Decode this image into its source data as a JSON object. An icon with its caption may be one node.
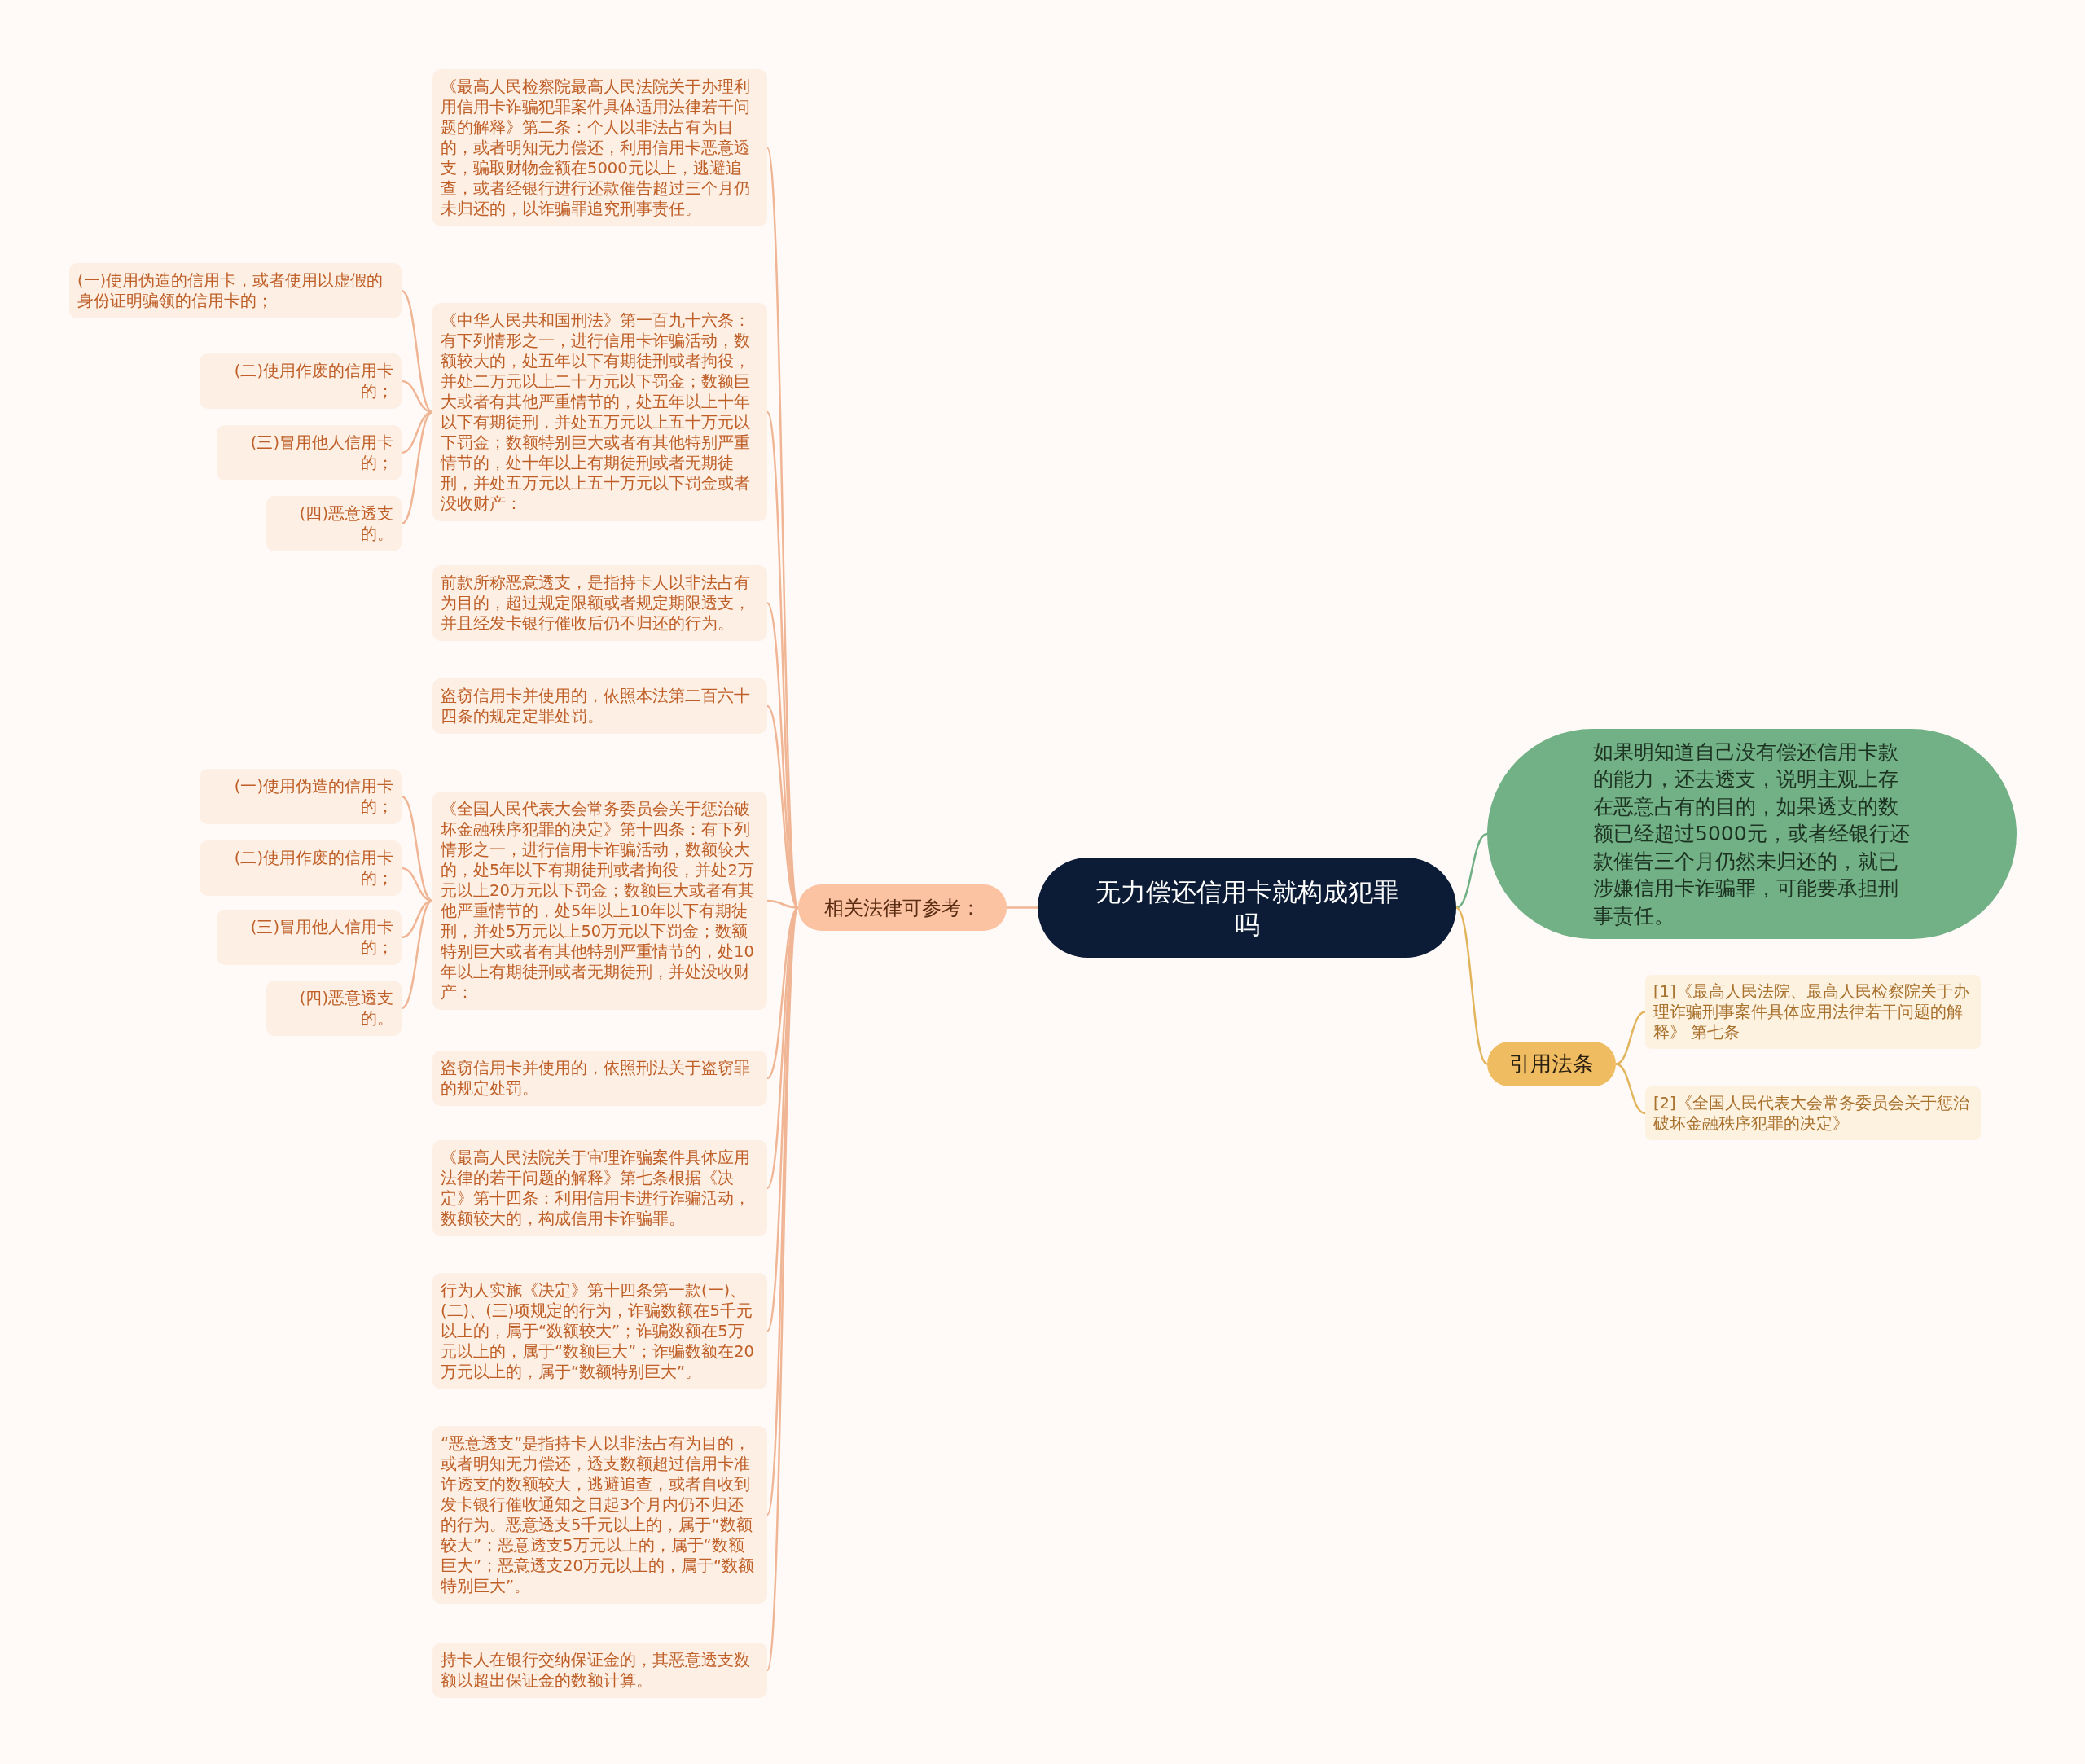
{
  "diagram": {
    "nodes": [
      {
        "text": [
          "无力偿还信用卡就构成犯罪吗"
        ]
      },
      {
        "text": [
          "如果明知道自己没有偿还信用卡款的能力，还去透支，说明主观上存在恶意占有的目的，如果透支的数额已经超过5000元，或者经银行还款催告三个月仍然未归还的，就已涉嫌信用卡诈骗罪，可能要承担刑事责任。"
        ]
      },
      {
        "text": [
          "引用法条"
        ]
      },
      {
        "text": [
          "[1]《最高人民法院、最高人民检察院关于办理诈骗刑事案件具体应用法律若干问题的解释》 第七条"
        ]
      },
      {
        "text": [
          "[2]《全国人民代表大会常务委员会关于惩治破坏金融秩序犯罪的决定》"
        ]
      },
      {
        "text": [
          "相关法律可参考："
        ]
      },
      {
        "text": [
          "《最高人民检察院最高人民法院关于办理利用信用卡诈骗犯罪案件具体适用法律若干问题的解释》第二条：个人以非法占有为目的，或者明知无力偿还，利用信用卡恶意透支，骗取财物金额在5000元以上，逃避追查，或者经银行进行还款催告超过三个月仍未归还的，以诈骗罪追究刑事责任。"
        ]
      },
      {
        "text": [
          "《中华人民共和国刑法》第一百九十六条：有下列情形之一，进行信用卡诈骗活动，数额较大的，处五年以下有期徒刑或者拘役，并处二万元以上二十万元以下罚金；数额巨大或者有其他严重情节的，处五年以上十年以下有期徒刑，并处五万元以上五十万元以下罚金；数额特别巨大或者有其他特别严重情节的，处十年以上有期徒刑或者无期徒刑，并处五万元以上五十万元以下罚金或者没收财产："
        ]
      },
      {
        "text": [
          "(一)使用伪造的信用卡，或者使用以虚假的身份证明骗领的信用卡的；"
        ]
      },
      {
        "text": [
          "(二)使用作废的信用卡的；"
        ]
      },
      {
        "text": [
          "(三)冒用他人信用卡的；"
        ]
      },
      {
        "text": [
          "(四)恶意透支的。"
        ]
      },
      {
        "text": [
          "前款所称恶意透支，是指持卡人以非法占有为目的，超过规定限额或者规定期限透支，并且经发卡银行催收后仍不归还的行为。"
        ]
      },
      {
        "text": [
          "盗窃信用卡并使用的，依照本法第二百六十四条的规定定罪处罚。"
        ]
      },
      {
        "text": [
          "《全国人民代表大会常务委员会关于惩治破坏金融秩序犯罪的决定》第十四条：有下列情形之一，进行信用卡诈骗活动，数额较大的，处5年以下有期徒刑或者拘役，并处2万元以上20万元以下罚金；数额巨大或者有其他严重情节的，处5年以上10年以下有期徒刑，并处5万元以上50万元以下罚金；数额特别巨大或者有其他特别严重情节的，处10年以上有期徒刑或者无期徒刑，并处没收财产："
        ]
      },
      {
        "text": [
          "(一)使用伪造的信用卡的；"
        ]
      },
      {
        "text": [
          "(二)使用作废的信用卡的；"
        ]
      },
      {
        "text": [
          "(三)冒用他人信用卡的；"
        ]
      },
      {
        "text": [
          "(四)恶意透支的。"
        ]
      },
      {
        "text": [
          "盗窃信用卡并使用的，依照刑法关于盗窃罪的规定处罚。"
        ]
      },
      {
        "text": [
          "《最高人民法院关于审理诈骗案件具体应用法律的若干问题的解释》第七条根据《决定》第十四条：利用信用卡进行诈骗活动，数额较大的，构成信用卡诈骗罪。"
        ]
      },
      {
        "text": [
          "行为人实施《决定》第十四条第一款(一)、(二)、(三)项规定的行为，诈骗数额在5千元以上的，属于“数额较大”；诈骗数额在5万元以上的，属于“数额巨大”；诈骗数额在20万元以上的，属于“数额特别巨大”。"
        ]
      },
      {
        "text": [
          "“恶意透支”是指持卡人以非法占有为目的，或者明知无力偿还，透支数额超过信用卡准许透支的数额较大，逃避追查，或者自收到发卡银行催收通知之日起3个月内仍不归还的行为。恶意透支5千元以上的，属于“数额较大”；恶意透支5万元以上的，属于“数额巨大”；恶意透支20万元以上的，属于“数额特别巨大”。"
        ]
      },
      {
        "text": [
          "持卡人在银行交纳保证金的，其恶意透支数额以超出保证金的数额计算。"
        ]
      }
    ],
    "edges": [
      {
        "from": 0,
        "to": 1,
        "arrow": "none",
        "color": "#6faf84"
      },
      {
        "from": 0,
        "to": 2,
        "arrow": "none",
        "color": "#e2b45c"
      },
      {
        "from": 2,
        "to": 3,
        "arrow": "none",
        "color": "#e2b45c"
      },
      {
        "from": 2,
        "to": 4,
        "arrow": "none",
        "color": "#e2b45c"
      },
      {
        "from": 0,
        "to": 5,
        "arrow": "none"
      },
      {
        "from": 5,
        "to": 6,
        "arrow": "none"
      },
      {
        "from": 5,
        "to": 7,
        "arrow": "none"
      },
      {
        "from": 7,
        "to": 8,
        "arrow": "none"
      },
      {
        "from": 7,
        "to": 9,
        "arrow": "none"
      },
      {
        "from": 7,
        "to": 10,
        "arrow": "none"
      },
      {
        "from": 7,
        "to": 11,
        "arrow": "none"
      },
      {
        "from": 5,
        "to": 12,
        "arrow": "none"
      },
      {
        "from": 5,
        "to": 13,
        "arrow": "none"
      },
      {
        "from": 5,
        "to": 14,
        "arrow": "none"
      },
      {
        "from": 14,
        "to": 15,
        "arrow": "none"
      },
      {
        "from": 14,
        "to": 16,
        "arrow": "none"
      },
      {
        "from": 14,
        "to": 17,
        "arrow": "none"
      },
      {
        "from": 14,
        "to": 18,
        "arrow": "none"
      },
      {
        "from": 5,
        "to": 19,
        "arrow": "none"
      },
      {
        "from": 5,
        "to": 20,
        "arrow": "none"
      },
      {
        "from": 5,
        "to": 21,
        "arrow": "none"
      },
      {
        "from": 5,
        "to": 22,
        "arrow": "none"
      },
      {
        "from": 5,
        "to": 23,
        "arrow": "none"
      }
    ]
  }
}
